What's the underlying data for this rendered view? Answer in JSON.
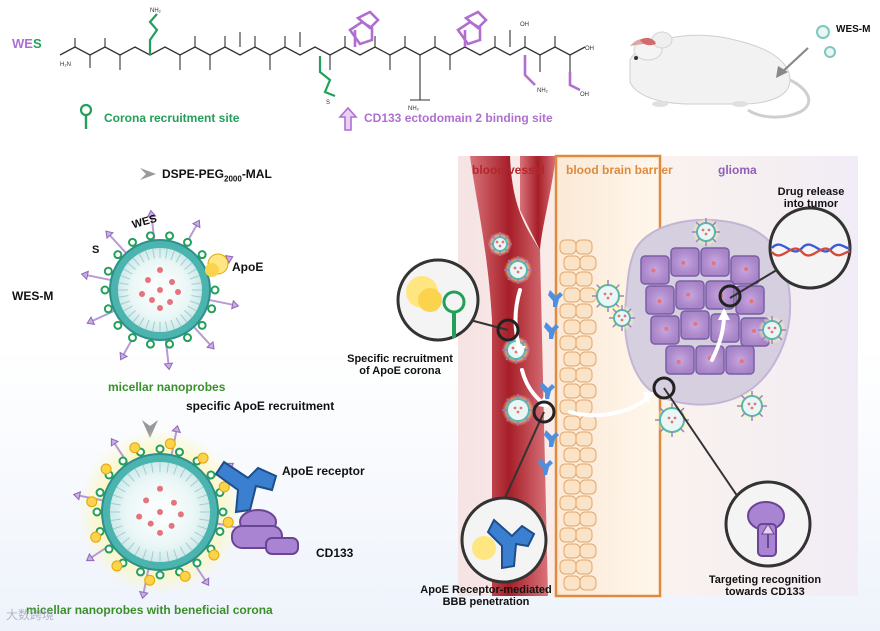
{
  "sequence": {
    "prefix_we": "WE",
    "prefix_s": "S",
    "corona_site": "Corona recruitment site",
    "binding_site": "CD133 ectodomain 2 binding site"
  },
  "mouse": {
    "label": "WES-M"
  },
  "left_panel": {
    "reagent_main": "DSPE-PEG",
    "reagent_sub": "2000",
    "reagent_tail": "-MAL",
    "label_s": "S",
    "label_wes": "WES",
    "label_apoe": "ApoE",
    "label_wesm": "WES-M",
    "micellar": "micellar nanoprobes",
    "specific_recruit": "specific ApoE recruitment",
    "apoe_receptor": "ApoE receptor",
    "cd133": "CD133",
    "beneficial": "micellar nanoprobes with beneficial corona"
  },
  "right_panel": {
    "blood_vessel": "blood vessel",
    "bbb": "blood brain barrier",
    "glioma": "glioma",
    "recruit_corona_1": "Specific recruitment",
    "recruit_corona_2": "of ApoE corona",
    "drug_release_1": "Drug release",
    "drug_release_2": "into tumor",
    "receptor_mediated_1": "ApoE Receptor-mediated",
    "receptor_mediated_2": "BBB penetration",
    "targeting_1": "Targeting recognition",
    "targeting_2": "towards CD133"
  },
  "watermark": "大数跨境",
  "colors": {
    "green": "#22a05a",
    "purple": "#b06fd0",
    "vessel": "#b3262d",
    "bbb_orange": "#e08a3c",
    "glioma_purple": "#8e5fb8"
  }
}
